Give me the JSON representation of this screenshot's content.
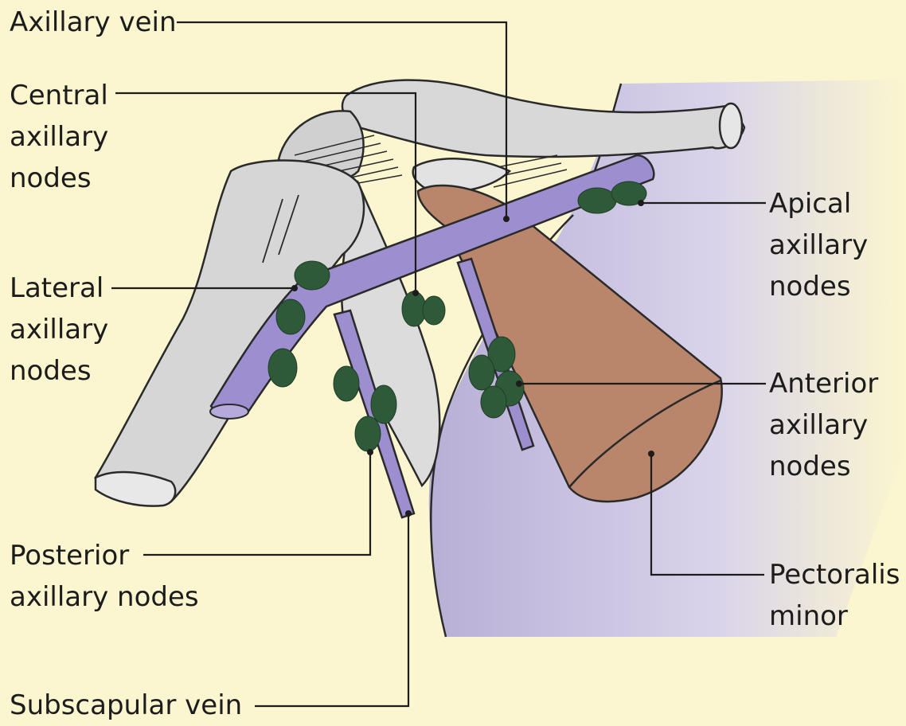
{
  "labels": {
    "axillary_vein": [
      "Axillary vein"
    ],
    "central_nodes": [
      "Central",
      "axillary",
      "nodes"
    ],
    "lateral_nodes": [
      "Lateral",
      "axillary",
      "nodes"
    ],
    "posterior_nodes": [
      "Posterior",
      "axillary nodes"
    ],
    "subscapular_vein": [
      "Subscapular vein"
    ],
    "apical_nodes": [
      "Apical",
      "axillary",
      "nodes"
    ],
    "anterior_nodes": [
      "Anterior",
      "axillary",
      "nodes"
    ],
    "pectoralis_minor": [
      "Pectoralis",
      "minor"
    ]
  },
  "colors": {
    "background": "#fbf6cf",
    "bone": "#d6d6d6",
    "vein": "#9d8fcf",
    "chest_wall": "#c9c2df",
    "muscle": "#b9856b",
    "lymph_node": "#2f5a3a",
    "outline": "#2a2a2a"
  }
}
